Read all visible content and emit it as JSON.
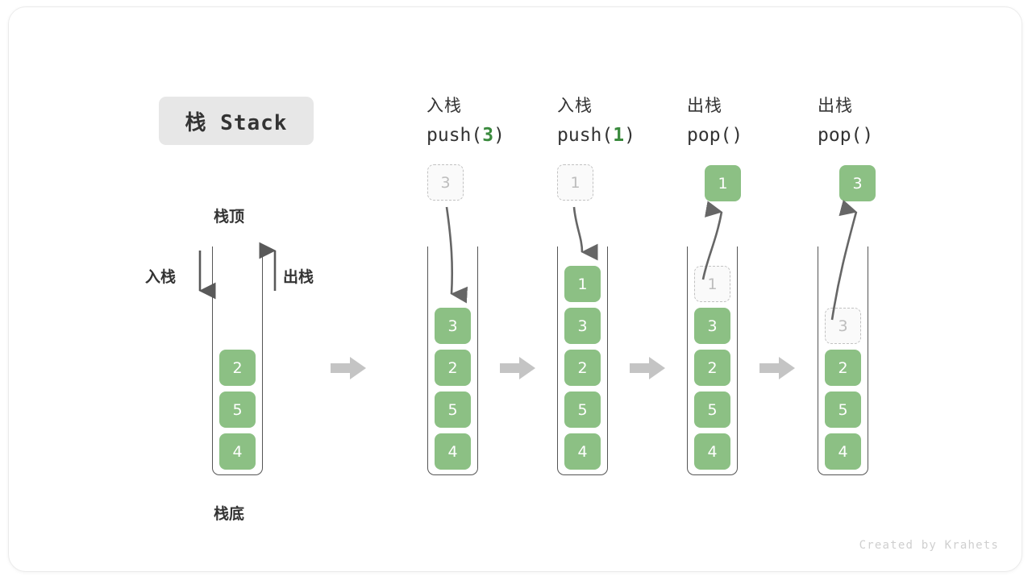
{
  "title_badge": "栈 Stack",
  "labels": {
    "top": "栈顶",
    "bottom": "栈底",
    "push_side": "入栈",
    "pop_side": "出栈"
  },
  "colors": {
    "cell_fill": "#8cc084",
    "cell_text": "#ffffff",
    "ghost_fill": "#fafafa",
    "ghost_border": "#c2c2c2",
    "ghost_text": "#bdbdbd",
    "container_border": "#555555",
    "accent_green": "#3a8a3d",
    "arrow_gray": "#666666",
    "separator_gray": "#c4c4c4",
    "badge_bg": "#e7e7e7",
    "credit_text": "#cfcfcf"
  },
  "columns": [
    {
      "id": "initial",
      "header_cn": "",
      "header_code": "",
      "header_arg": "",
      "cells": [
        "2",
        "5",
        "4"
      ],
      "ghost_index": -1,
      "float_cell": null,
      "float_ghost": null
    },
    {
      "id": "push-3",
      "header_cn": "入栈",
      "header_code_prefix": "push(",
      "header_arg": "3",
      "header_code_suffix": ")",
      "cells": [
        "3",
        "2",
        "5",
        "4"
      ],
      "ghost_index": -1,
      "float_ghost": "3",
      "float_cell": null
    },
    {
      "id": "push-1",
      "header_cn": "入栈",
      "header_code_prefix": "push(",
      "header_arg": "1",
      "header_code_suffix": ")",
      "cells": [
        "1",
        "3",
        "2",
        "5",
        "4"
      ],
      "ghost_index": -1,
      "float_ghost": "1",
      "float_cell": null
    },
    {
      "id": "pop-1",
      "header_cn": "出栈",
      "header_code_prefix": "pop(",
      "header_arg": "",
      "header_code_suffix": ")",
      "cells": [
        "1",
        "3",
        "2",
        "5",
        "4"
      ],
      "ghost_index": 0,
      "float_ghost": null,
      "float_cell": "1"
    },
    {
      "id": "pop-3",
      "header_cn": "出栈",
      "header_code_prefix": "pop(",
      "header_arg": "",
      "header_code_suffix": ")",
      "cells": [
        "3",
        "2",
        "5",
        "4"
      ],
      "ghost_index": 0,
      "float_ghost": null,
      "float_cell": "3"
    }
  ],
  "separators": [
    "arrow-right",
    "arrow-right",
    "arrow-right",
    "arrow-right"
  ],
  "credit": "Created by Krahets"
}
